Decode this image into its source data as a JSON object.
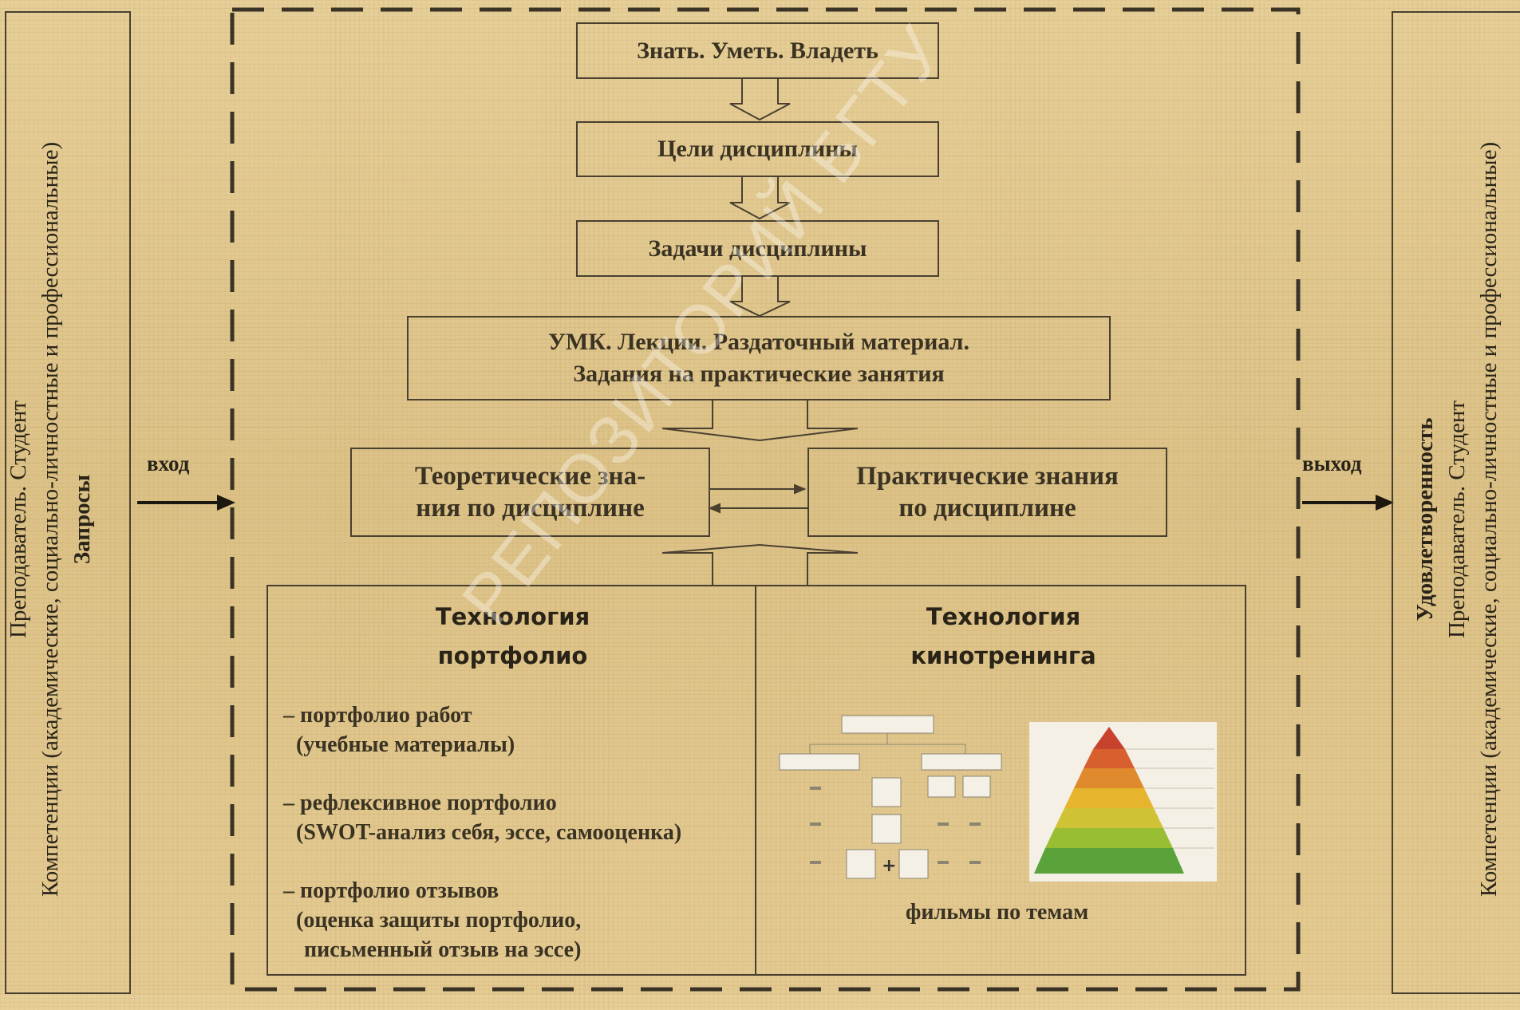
{
  "flow": {
    "box1": "Знать. Уметь. Владеть",
    "box2": "Цели дисциплины",
    "box3": "Задачи дисциплины",
    "box4_line1": "УМК. Лекции. Раздаточный материал.",
    "box4_line2": "Задания на практические занятия",
    "theory_line1": "Теоретические зна-",
    "theory_line2": "ния по дисциплине",
    "practice_line1": "Практические знания",
    "practice_line2": "по дисциплине"
  },
  "left_panel": {
    "line1": "Преподаватель. Студент",
    "line2": "Компетенции (академические, социально-личностные и профессиональные)",
    "title": "Запросы"
  },
  "right_panel": {
    "title": "Удовлетворенность",
    "line1": "Преподаватель. Студент",
    "line2": "Компетенции (академические, социально-личностные и профессиональные)"
  },
  "arrows": {
    "input_label": "вход",
    "output_label": "выход"
  },
  "portfolio": {
    "title_line1": "Технология",
    "title_line2": "портфолио",
    "items": [
      {
        "line1": "– портфолио работ",
        "line2": "(учебные материалы)"
      },
      {
        "line1": "– рефлексивное портфолио",
        "line2": "(SWOT-анализ себя, эссе, самооценка)"
      },
      {
        "line1": "– портфолио отзывов",
        "line2": "(оценка защиты портфолио,",
        "line3": "письменный отзыв на эссе)"
      }
    ]
  },
  "cinetraining": {
    "title_line1": "Технология",
    "title_line2": "кинотренинга",
    "caption": "фильмы по темам"
  },
  "watermark": "РЕПОЗИТОРИЙ БГТУ"
}
